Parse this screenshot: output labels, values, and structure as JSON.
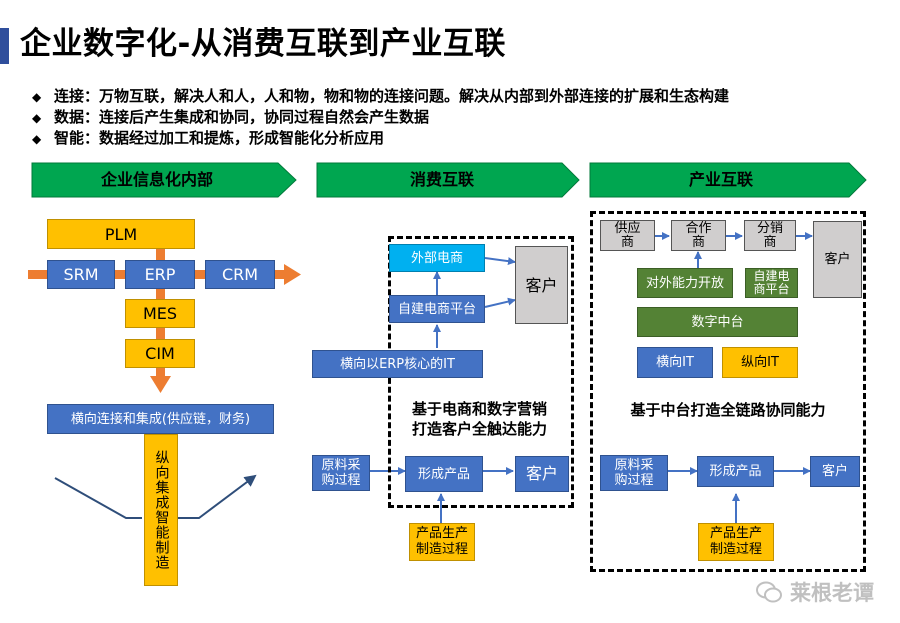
{
  "title": "企业数字化-从消费互联到产业互联",
  "bullets": [
    {
      "marker": "◆",
      "text": "连接：万物互联，解决人和人，人和物，物和物的连接问题。解决从内部到外部连接的扩展和生态构建"
    },
    {
      "marker": "◆",
      "text": "数据：连接后产生集成和协同，协同过程自然会产生数据"
    },
    {
      "marker": "◆",
      "text": "智能：数据经过加工和提炼，形成智能化分析应用"
    }
  ],
  "stages": [
    "企业信息化内部",
    "消费互联",
    "产业互联"
  ],
  "col1": {
    "plm": "PLM",
    "srm": "SRM",
    "erp": "ERP",
    "crm": "CRM",
    "mes": "MES",
    "cim": "CIM",
    "horizontal": "横向连接和集成(供应链，财务)",
    "vertical": "纵向集成智能制造"
  },
  "col2": {
    "external": "外部电商",
    "selfbuilt": "自建电商平台",
    "customer_top": "客户",
    "erp_it": "横向以ERP核心的IT",
    "caption": "基于电商和数字营销打造客户全触达能力",
    "raw": "原料采购过程",
    "product": "形成产品",
    "customer_bottom": "客户",
    "manufacture": "产品生产制造过程"
  },
  "col3": {
    "supplier": "供应商",
    "partner": "合作商",
    "distributor": "分销商",
    "customer_top": "客户",
    "open": "对外能力开放",
    "selfbuilt": "自建电商平台",
    "platform": "数字中台",
    "h_it": "横向IT",
    "v_it": "纵向IT",
    "caption": "基于中台打造全链路协同能力",
    "raw": "原料采购过程",
    "product": "形成产品",
    "customer_bottom": "客户",
    "manufacture": "产品生产制造过程"
  },
  "watermark": "莱根老谭",
  "colors": {
    "accent": "#2f4e9c",
    "chevron": "#00a650",
    "blue": "#4472c4",
    "yellow": "#ffc000",
    "green": "#548235",
    "cyan": "#00b0f0",
    "orange_arrow": "#ed7d31"
  }
}
